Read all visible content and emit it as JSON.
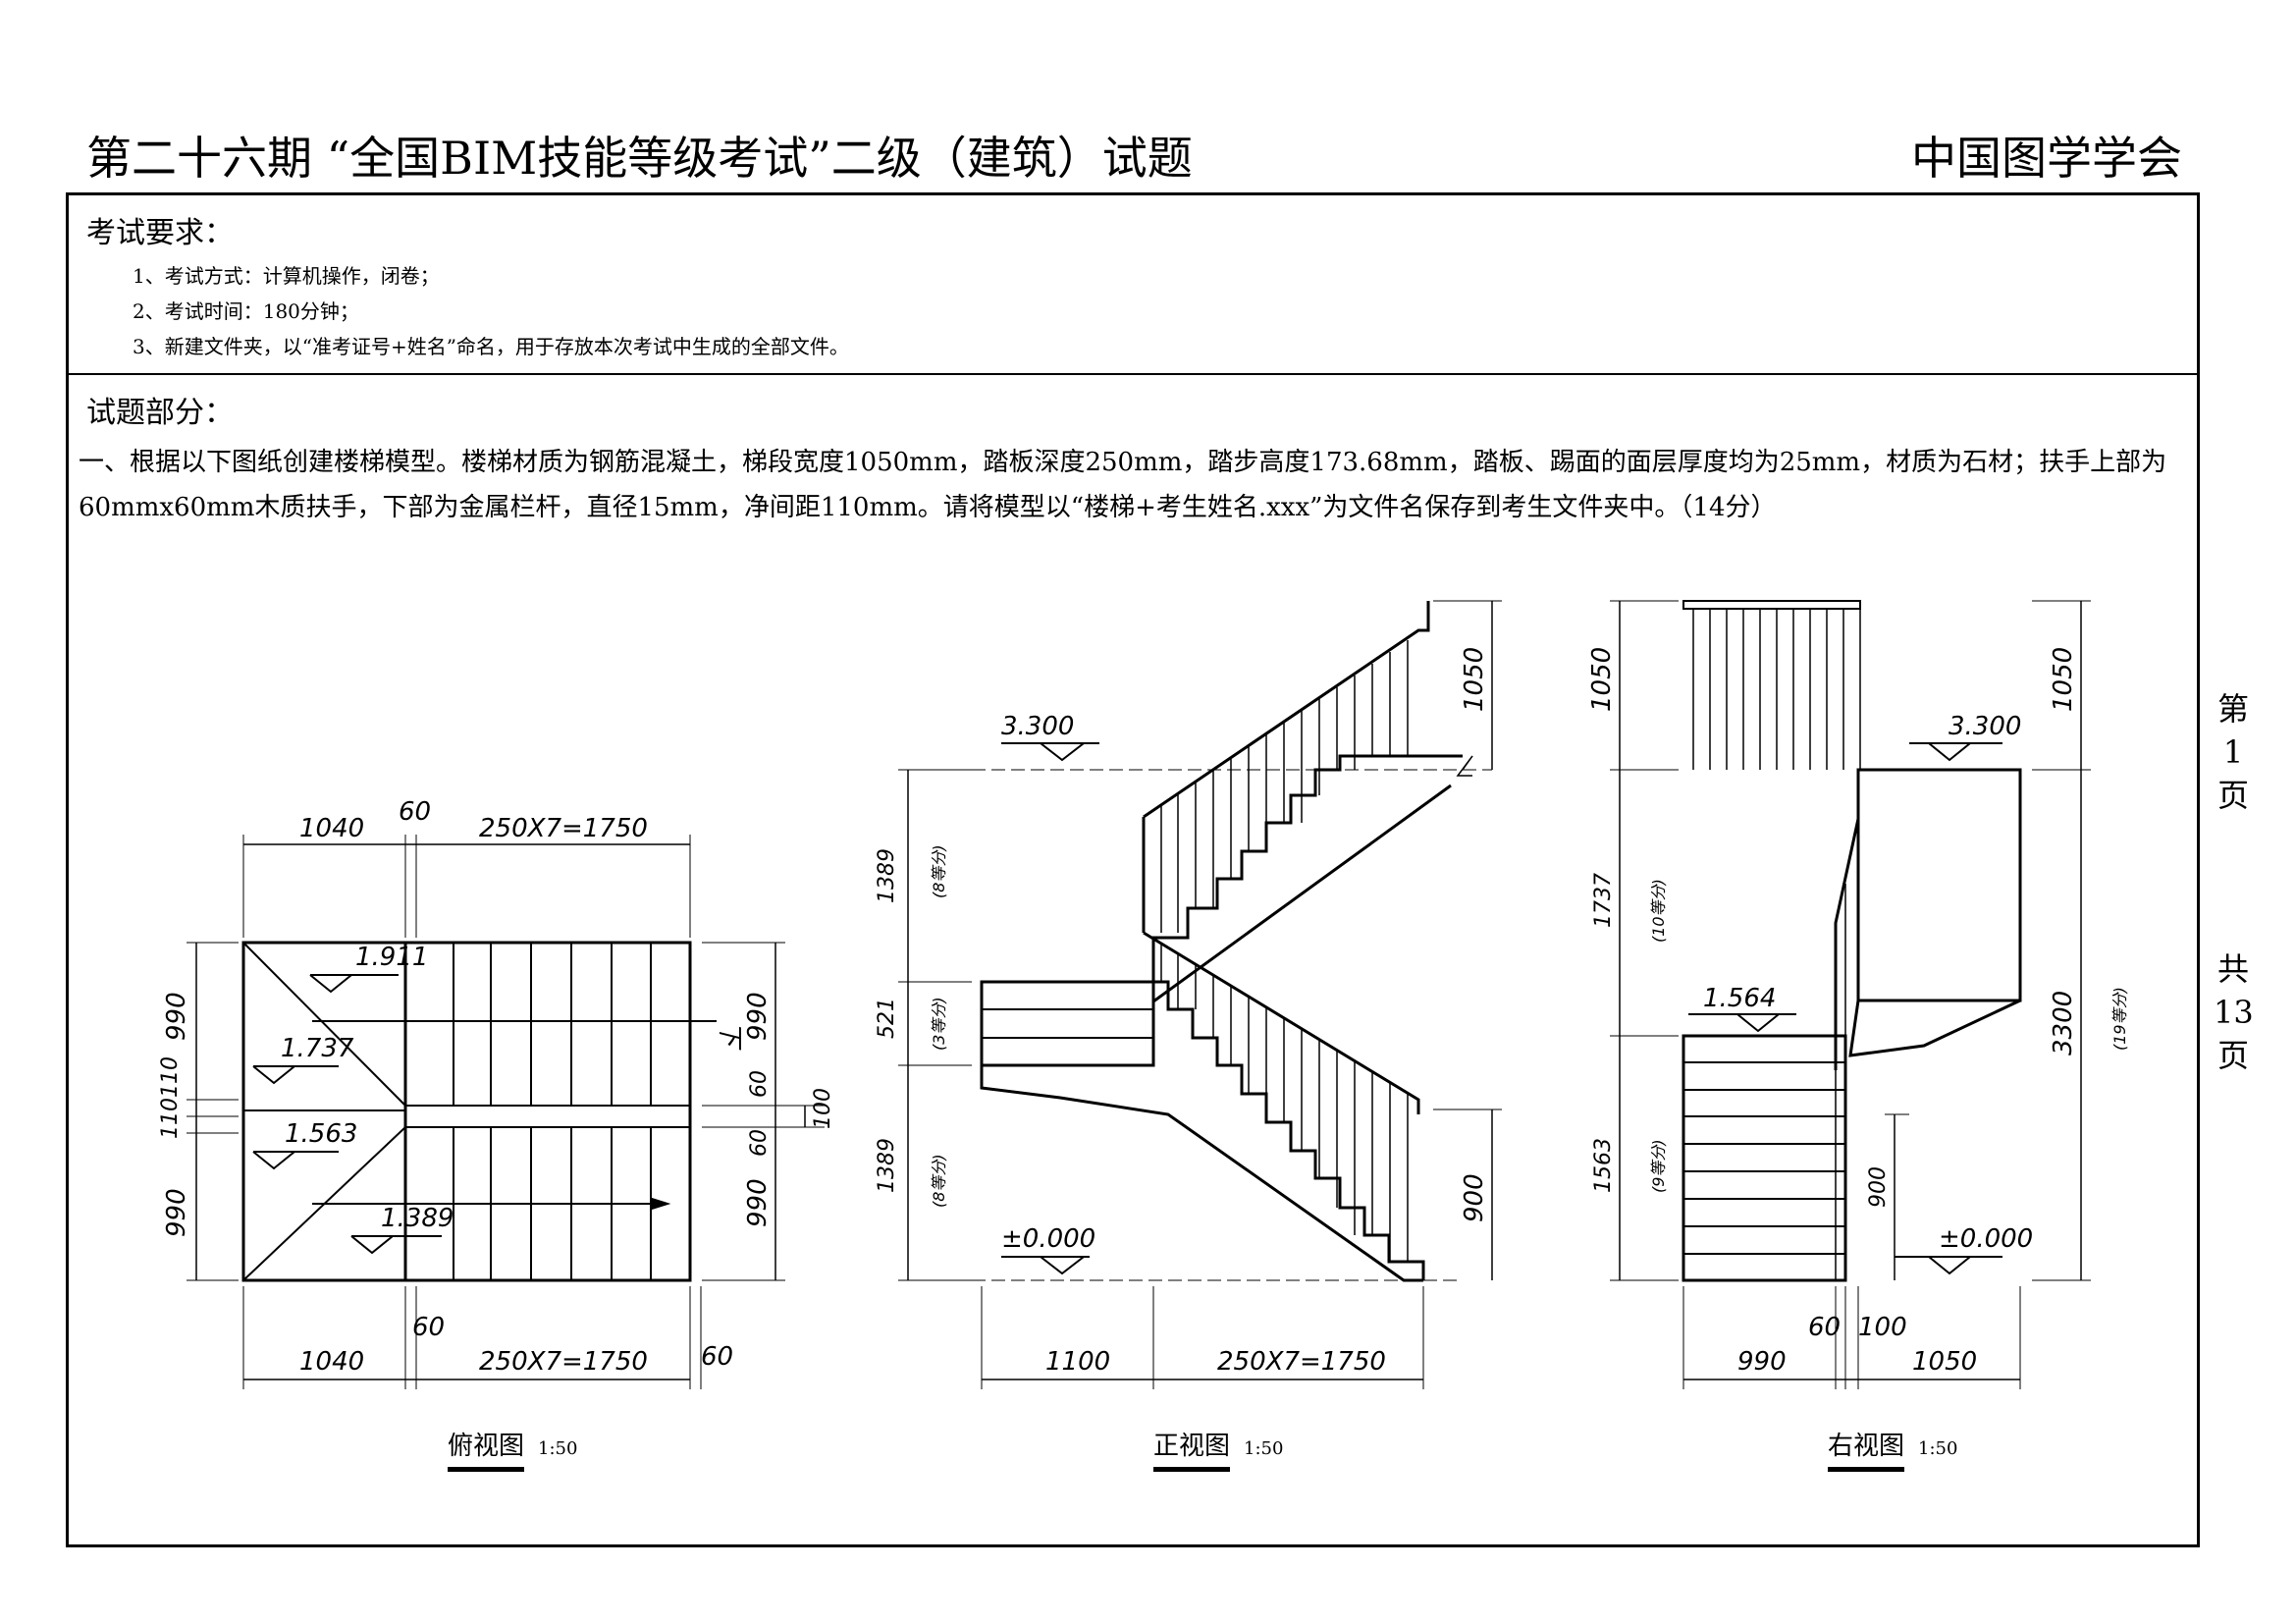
{
  "header": {
    "title": "第二十六期 “全国BIM技能等级考试”二级（建筑）试题",
    "organization": "中国图学学会"
  },
  "requirements": {
    "heading": "考试要求：",
    "items": [
      "1、考试方式：计算机操作，闭卷；",
      "2、考试时间：180分钟；",
      "3、新建文件夹，以“准考证号+姓名”命名，用于存放本次考试中生成的全部文件。"
    ]
  },
  "questions": {
    "heading": "试题部分：",
    "q1": "一、根据以下图纸创建楼梯模型。楼梯材质为钢筋混凝土，梯段宽度1050mm，踏板深度250mm，踏步高度173.68mm，踏板、踢面的面层厚度均为25mm，材质为石材；扶手上部为60mmx60mm木质扶手，下部为金属栏杆，直径15mm，净间距110mm。请将模型以“楼梯+考生姓名.xxx”为文件名保存到考生文件夹中。（14分）"
  },
  "page_info": {
    "page_chars": [
      "第",
      "1",
      "页"
    ],
    "total_chars": [
      "共",
      "13",
      "页"
    ]
  },
  "views": {
    "plan": {
      "title": "俯视图",
      "scale": "1:50",
      "dims_top": [
        "1040",
        "60",
        "250X7=1750"
      ],
      "dims_bottom": [
        "1040",
        "60",
        "250X7=1750",
        "60"
      ],
      "dims_left": [
        "990",
        "110",
        "110",
        "990"
      ],
      "dims_right": [
        "990",
        "60",
        "60",
        "990",
        "100"
      ],
      "levels": [
        "1.911",
        "1.737",
        "1.563",
        "1.389"
      ],
      "down_label": "下"
    },
    "front": {
      "title": "正视图",
      "scale": "1:50",
      "levels": [
        "3.300",
        "±0.000"
      ],
      "dims_left": [
        "1389",
        "(8等分)",
        "521",
        "(3等分)",
        "1389",
        "(8等分)"
      ],
      "dims_right": [
        "1050",
        "900"
      ],
      "dims_bottom": [
        "1100",
        "250X7=1750"
      ]
    },
    "right": {
      "title": "右视图",
      "scale": "1:50",
      "levels": [
        "3.300",
        "1.564",
        "±0.000"
      ],
      "dims_left": [
        "1050",
        "1737",
        "(10等分)",
        "1563",
        "(9等分)"
      ],
      "dims_right": [
        "1050",
        "3300",
        "(19等分)"
      ],
      "dims_inner": [
        "900"
      ],
      "dims_bottom": [
        "990",
        "60",
        "100",
        "1050"
      ]
    }
  }
}
